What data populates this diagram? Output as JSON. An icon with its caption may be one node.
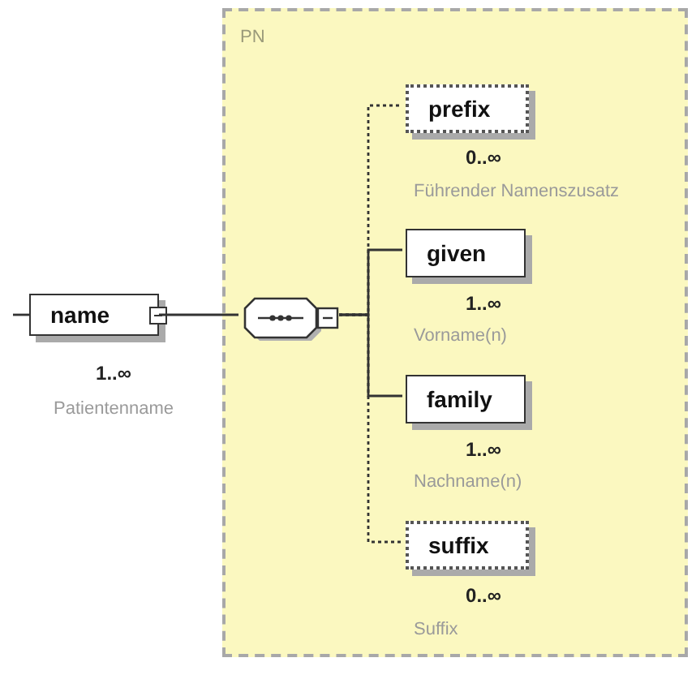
{
  "diagram": {
    "nodes": [
      {
        "text": [
          "PN"
        ]
      },
      {
        "text": [
          "name"
        ],
        "beside": [
          "1..∞",
          "Patientenname"
        ]
      },
      {
        "text": [],
        "shape": "box",
        "in": 0
      },
      {
        "text": [
          "prefix"
        ],
        "beside": [
          "0..∞",
          "Führender Namenszusatz"
        ],
        "in": 0
      },
      {
        "text": [
          "given"
        ],
        "beside": [
          "1..∞",
          "Vorname(n)"
        ],
        "in": 0
      },
      {
        "text": [
          "family"
        ],
        "beside": [
          "1..∞",
          "Nachname(n)"
        ],
        "in": 0
      },
      {
        "text": [
          "suffix"
        ],
        "beside": [
          "0..∞",
          "Suffix"
        ],
        "in": 0
      }
    ],
    "edges": [
      {
        "from": null,
        "to": 1,
        "arrow": "none"
      },
      {
        "from": 1,
        "to": 2,
        "arrow": "none"
      },
      {
        "from": 2,
        "to": 3,
        "arrow": "none",
        "style": "dashed"
      },
      {
        "from": 2,
        "to": 4,
        "arrow": "none"
      },
      {
        "from": 2,
        "to": 5,
        "arrow": "none"
      },
      {
        "from": 2,
        "to": 6,
        "arrow": "none",
        "style": "dashed"
      }
    ]
  }
}
